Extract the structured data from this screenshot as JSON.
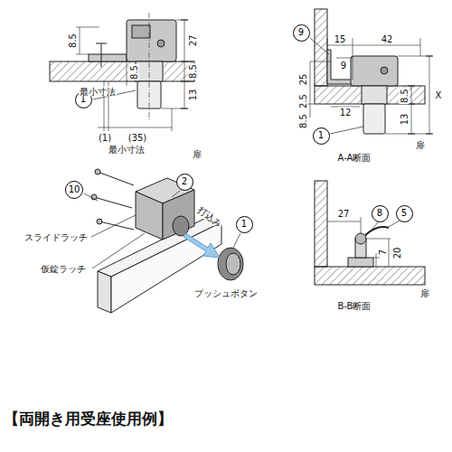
{
  "diagram": {
    "caption": "【両開き用受座使用例】",
    "nodes": [
      {
        "text": [
          "1"
        ]
      },
      {
        "text": [
          "9"
        ]
      },
      {
        "text": [
          "1"
        ]
      },
      {
        "text": [
          "10"
        ]
      },
      {
        "text": [
          "2"
        ]
      },
      {
        "text": [
          "1"
        ]
      },
      {
        "text": [
          "8"
        ]
      },
      {
        "text": [
          "5"
        ]
      }
    ],
    "labels": [
      "8.5",
      "27",
      "8.5",
      "8.5",
      "最小寸法",
      "13",
      "(1)",
      "(35)",
      "最小寸法",
      "扉",
      "15",
      "42",
      "9",
      "25",
      "12",
      "2.5",
      "8.5",
      "8.5",
      "X",
      "13",
      "扉",
      "A-A断面",
      "スライドラッチ",
      "仮錠ラッチ",
      "打込み",
      "プッシュボタン",
      "27",
      "7",
      "20",
      "扉",
      "B-B断面"
    ]
  }
}
